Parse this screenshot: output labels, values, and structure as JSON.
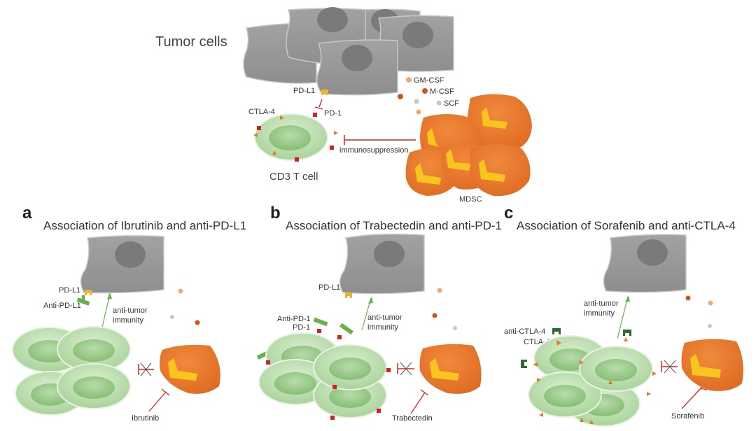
{
  "top": {
    "tumor_label": "Tumor cells",
    "pdl1": "PD-L1",
    "pd1": "PD-1",
    "ctla4": "CTLA-4",
    "tcell_label": "CD3 T cell",
    "immunosuppression": "immunosuppression",
    "mdsc": "MDSC",
    "cytokines": [
      "GM-CSF",
      "M-CSF",
      "SCF"
    ]
  },
  "panels": [
    {
      "letter": "a",
      "title": "Association of Ibrutinib and anti-PD-L1",
      "receptor": "PD-L1",
      "antibody": "Anti-PD-L1",
      "immunity": [
        "anti-tumor",
        "immunity"
      ],
      "drug": "Ibrutinib"
    },
    {
      "letter": "b",
      "title": "Association of Trabectedin and anti-PD-1",
      "receptor": "PD-L1",
      "antibody": "Anti-PD-1",
      "checkpoint": "PD-1",
      "immunity": [
        "anti-tumor",
        "immunity"
      ],
      "drug": "Trabectedin"
    },
    {
      "letter": "c",
      "title": "Association of Sorafenib and anti-CTLA-4",
      "antibody": "anti-CTLA-4",
      "checkpoint": "CTLA-4",
      "immunity": [
        "anti-tumor",
        "immunity"
      ],
      "drug": "Sorafenib"
    }
  ],
  "colors": {
    "tumor": "#9a9a9a",
    "tumor_nucleus": "#7a7a7a",
    "tcell": "#bfe0b4",
    "mdsc": "#e8782f",
    "mdsc_nucleus": "#f7c51e",
    "inhibit": "#e02020",
    "activate": "#6ab04c",
    "gm_csf": "#f0a878",
    "m_csf": "#c9581f",
    "scf": "#c8c8c8",
    "pdl1": "#f2b51d",
    "pd1": "#d0202a",
    "ctla4": "#e8772a",
    "antibody_light": "#6ab04c",
    "antibody_dark": "#2e6b2e"
  }
}
